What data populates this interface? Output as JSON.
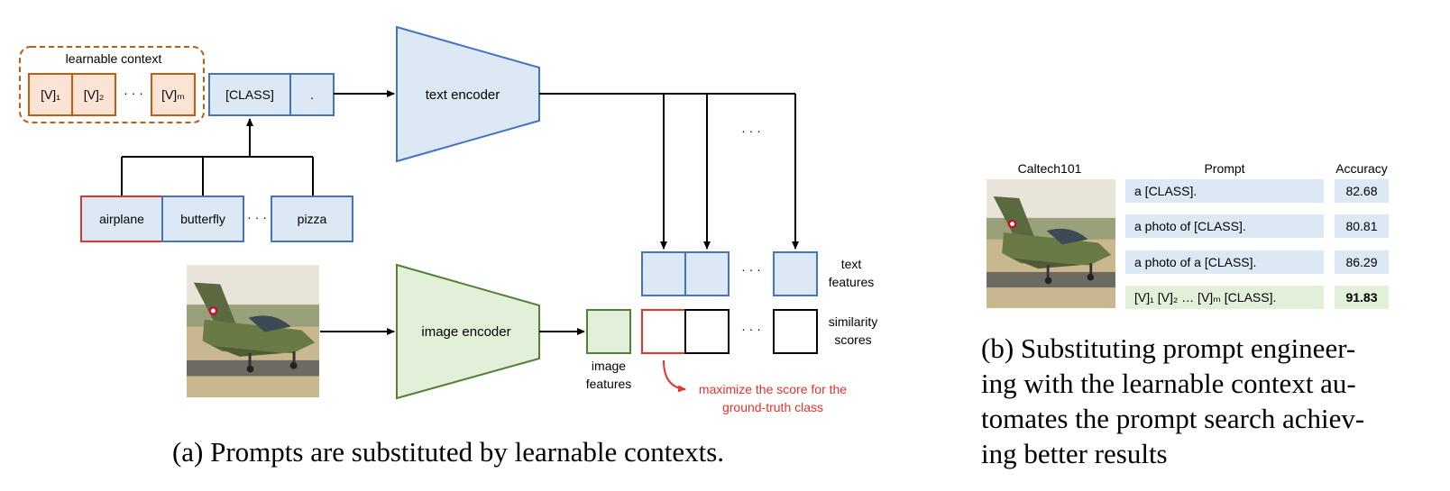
{
  "diagram": {
    "learnable_context": {
      "label": "learnable context",
      "tokens": [
        "[V]₁",
        "[V]₂",
        "[V]ₘ"
      ],
      "ellipsis": "· · ·"
    },
    "class_token": {
      "label": "[CLASS]",
      "period": "."
    },
    "text_encoder": {
      "label": "text encoder"
    },
    "image_encoder": {
      "label": "image encoder"
    },
    "class_names": [
      "airplane",
      "butterfly",
      "pizza"
    ],
    "class_ellipsis": "· · ·",
    "features_ellipsis": "· · ·",
    "top_ellipsis": "· · ·",
    "text_features_label": [
      "text",
      "features"
    ],
    "similarity_label": [
      "similarity",
      "scores"
    ],
    "image_features_label": [
      "image",
      "features"
    ],
    "maximize_note": [
      "maximize the score for the",
      "ground-truth class"
    ],
    "caption_a": "(a) Prompts are substituted by learnable contexts."
  },
  "table": {
    "image_header": "Caltech101",
    "prompt_header": "Prompt",
    "accuracy_header": "Accuracy",
    "rows": [
      {
        "prompt": "a [CLASS].",
        "accuracy": "82.68",
        "highlight": false
      },
      {
        "prompt": "a photo of [CLASS].",
        "accuracy": "80.81",
        "highlight": false
      },
      {
        "prompt": "a photo of a [CLASS].",
        "accuracy": "86.29",
        "highlight": false
      },
      {
        "prompt": "[V]₁ [V]₂ … [V]ₘ [CLASS].",
        "accuracy": "91.83",
        "highlight": true
      }
    ],
    "caption_b": [
      "(b) Substituting prompt engineer-",
      "ing with the learnable context au-",
      "tomates the prompt search achiev-",
      "ing better results"
    ]
  },
  "colors": {
    "orange_fill": "#fbe3d5",
    "orange_stroke": "#c55a11",
    "blue_fill": "#dde8f5",
    "blue_stroke": "#4472c4",
    "green_fill": "#e2efd9",
    "green_stroke": "#538135",
    "red": "#e8312b",
    "highlight_row": "#e2efd9",
    "table_row": "#dde8f5"
  }
}
